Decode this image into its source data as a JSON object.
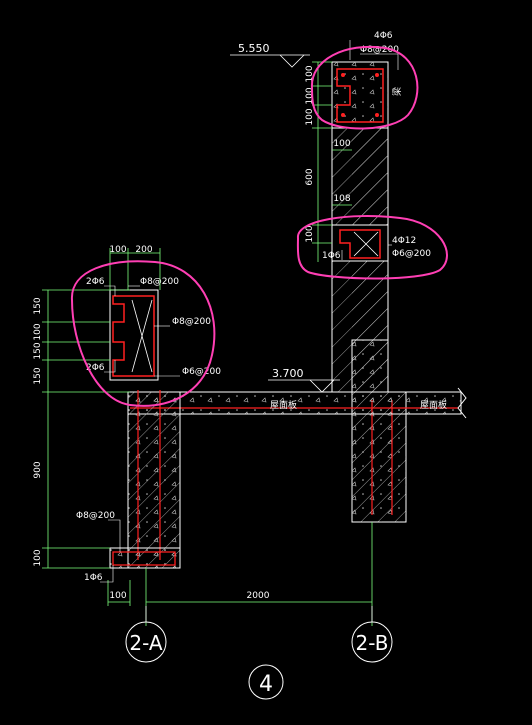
{
  "elevations": {
    "top": "5.550",
    "roof": "3.700"
  },
  "bubbles": {
    "left": "2-A",
    "right": "2-B",
    "detail": "4"
  },
  "dims": {
    "span": "2000",
    "left_w1": "100",
    "left_w2": "200",
    "left_bottom": "100",
    "left_v": [
      "150",
      "100",
      "150",
      "150",
      "900",
      "100"
    ],
    "right_v": [
      "100",
      "100",
      "100",
      "600",
      "100"
    ],
    "right_h1": "100",
    "right_h2": "108"
  },
  "rebar": {
    "r1": "4Φ6",
    "r2": "Φ8@200",
    "r3": "4Φ12",
    "r4": "Φ6@200",
    "r5": "1Φ6",
    "l1": "2Φ6",
    "l2": "Φ8@200",
    "l3": "Φ8@200",
    "l4": "2Φ6",
    "l5": "Φ6@200",
    "l6": "Φ8@200",
    "l7": "1Φ6"
  },
  "labels": {
    "slab1": "屋面板",
    "slab2": "屋面板",
    "side": "梁"
  },
  "colors": {
    "background": "#000000",
    "lines": "#ffffff",
    "rebar": "#ff2020",
    "markup": "#ff3fb4",
    "dims": "#7cff7c",
    "concrete": "#b0b0b0"
  }
}
